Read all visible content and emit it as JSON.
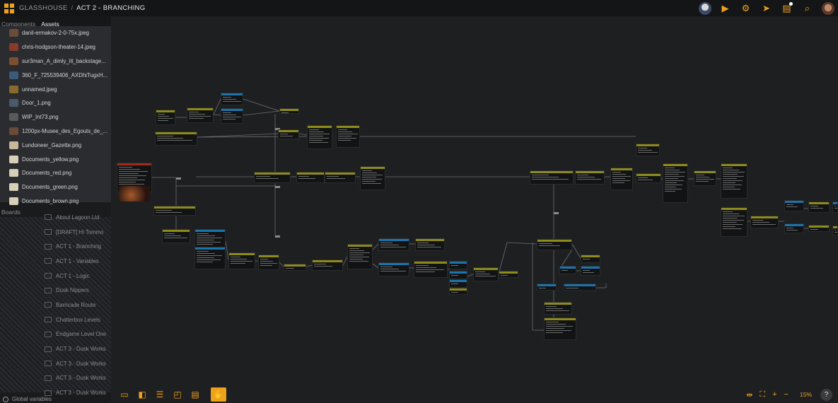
{
  "header": {
    "project": "GLASSHOUSE",
    "separator": "/",
    "board": "ACT 2 - BRANCHING",
    "icons": [
      "grid-logo-icon",
      "avatar-user-1",
      "play-icon",
      "gear-icon",
      "send-icon",
      "comment-icon",
      "search-icon",
      "avatar-user-2"
    ],
    "accent": "#f0a11b"
  },
  "sidebar": {
    "tabs": [
      "Components",
      "Assets"
    ],
    "assets": [
      {
        "name": "danil-ermakov-2-0-75x.jpeg",
        "color": "#6b4c3a"
      },
      {
        "name": "chris-hodgson-theater-14.jpeg",
        "color": "#8a3a2a"
      },
      {
        "name": "sur3man_A_dimly_lit_backstage...",
        "color": "#7a5030"
      },
      {
        "name": "360_F_725539406_AXDhiTugxH...",
        "color": "#3a5a7a"
      },
      {
        "name": "unnamed.jpeg",
        "color": "#8a6a2a"
      },
      {
        "name": "Door_1.png",
        "color": "#4a5a6a"
      },
      {
        "name": "WIP_Int73.png",
        "color": "#5a5a5a"
      },
      {
        "name": "1200px-Musee_des_Egouts_de_...",
        "color": "#6a4a3a"
      },
      {
        "name": "Lundoneer_Gazette.png",
        "color": "#c8b89a"
      },
      {
        "name": "Documents_yellow.png",
        "color": "#d8cfb8"
      },
      {
        "name": "Documents_red.png",
        "color": "#d8cfb8"
      },
      {
        "name": "Documents_green.png",
        "color": "#d8cfb8"
      },
      {
        "name": "Documents_brown.png",
        "color": "#d8cfb8"
      }
    ],
    "boards_title": "Boards",
    "boards": [
      "About Lagoon Ltd",
      "[DRAFT] Hi Tommo",
      "ACT 1 - Branching",
      "ACT 1 - Variables",
      "ACT 1 - Logic",
      "Dusk Nippers",
      "Barricade Route",
      "Chatterbox Levels",
      "Endgame Level One",
      "ACT 3 - Dusk Works",
      "ACT 3 - Dusk Works",
      "ACT 3 - Dusk Works",
      "ACT 3 - Dusk Works"
    ],
    "global_variables": "Global variables"
  },
  "toolbar": {
    "icons": [
      "window-icon",
      "panel-left-icon",
      "list-icon",
      "note-icon",
      "comment-icon",
      "hand-icon"
    ]
  },
  "zoom": {
    "icons": [
      "fit-width-icon",
      "fit-screen-icon",
      "zoom-in-icon",
      "zoom-out-icon"
    ],
    "value": "15%",
    "help": "?"
  }
}
